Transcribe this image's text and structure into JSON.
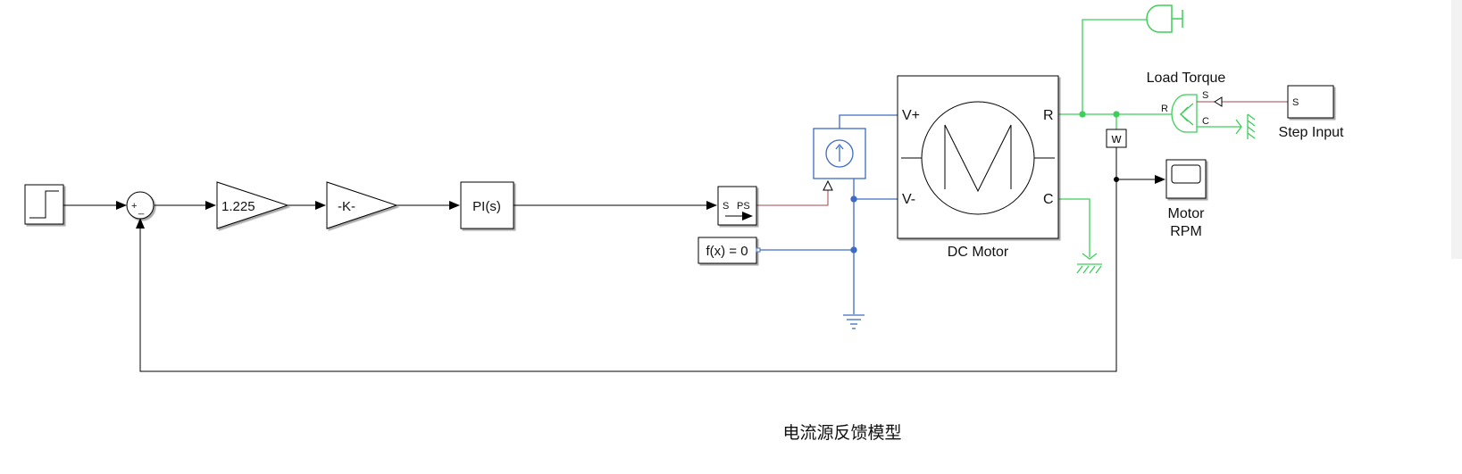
{
  "diagram": {
    "caption": "电流源反馈模型",
    "blocks": {
      "gain1": "1.225",
      "gain2": "-K-",
      "pi": "PI(s)",
      "sum_plus": "+",
      "sum_minus": "_",
      "s_ps_s": "S",
      "s_ps_ps": "PS",
      "solver": "f(x) = 0",
      "motor_name": "DC Motor",
      "motor_vplus": "V+",
      "motor_vminus": "V-",
      "motor_r": "R",
      "motor_c": "C",
      "w_port": "w",
      "scope_name_line1": "Motor",
      "scope_name_line2": "RPM",
      "load_name": "Load Torque",
      "load_s": "S",
      "load_r": "R",
      "load_c": "C",
      "step_input_port": "S",
      "step_input_name": "Step Input"
    },
    "colors": {
      "signal": "#000000",
      "physical_electrical": "#3d6cc6",
      "physical_mechanical": "#3ecf5a",
      "ps_signal": "#a3474f"
    }
  }
}
